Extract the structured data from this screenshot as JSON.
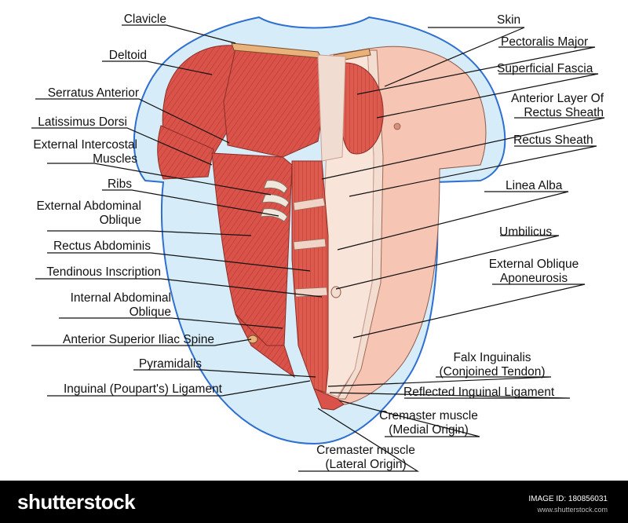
{
  "labels_left": {
    "clavicle": "Clavicle",
    "deltoid": "Deltoid",
    "serratus_anterior": "Serratus Anterior",
    "latissimus_dorsi": "Latissimus Dorsi",
    "external_intercostal": [
      "External Intercostal",
      "Muscles"
    ],
    "ribs": "Ribs",
    "external_abdominal_oblique": [
      "External Abdominal",
      "Oblique"
    ],
    "rectus_abdominis": "Rectus Abdominis",
    "tendinous_inscription": "Tendinous Inscription",
    "internal_abdominal_oblique": [
      "Internal Abdominal",
      "Oblique"
    ],
    "anterior_superior_iliac_spine": "Anterior Superior Iliac Spine",
    "pyramidalis": "Pyramidalis",
    "inguinal_ligament": "Inguinal (Poupart's) Ligament"
  },
  "labels_right": {
    "skin": "Skin",
    "pectoralis_major": "Pectoralis Major",
    "superficial_fascia": "Superficial Fascia",
    "anterior_layer_rectus_sheath": [
      "Anterior Layer Of",
      "Rectus Sheath"
    ],
    "rectus_sheath": "Rectus Sheath",
    "linea_alba": "Linea Alba",
    "umbilicus": "Umbilicus",
    "external_oblique_aponeurosis": [
      "External Oblique",
      "Aponeurosis"
    ],
    "falx_inguinalis": [
      "Falx Inguinalis",
      "(Conjoined Tendon)"
    ],
    "reflected_inguinal_ligament": "Reflected Inguinal Ligament",
    "cremaster_medial": [
      "Cremaster muscle",
      "(Medial Origin)"
    ],
    "cremaster_lateral": [
      "Cremaster muscle",
      "(Lateral Origin)"
    ]
  },
  "footer": {
    "brand": "shutterstock",
    "image_id": "IMAGE ID: 180856031",
    "site": "www.shutterstock.com"
  },
  "colors": {
    "background_halo": "#d6ecf8",
    "halo_outline": "#2f6fd0",
    "muscle": "#d9534a",
    "muscle_dark": "#b83a32",
    "skin": "#f6c5b4",
    "fascia": "#f3ddd0",
    "leader": "#111111"
  }
}
